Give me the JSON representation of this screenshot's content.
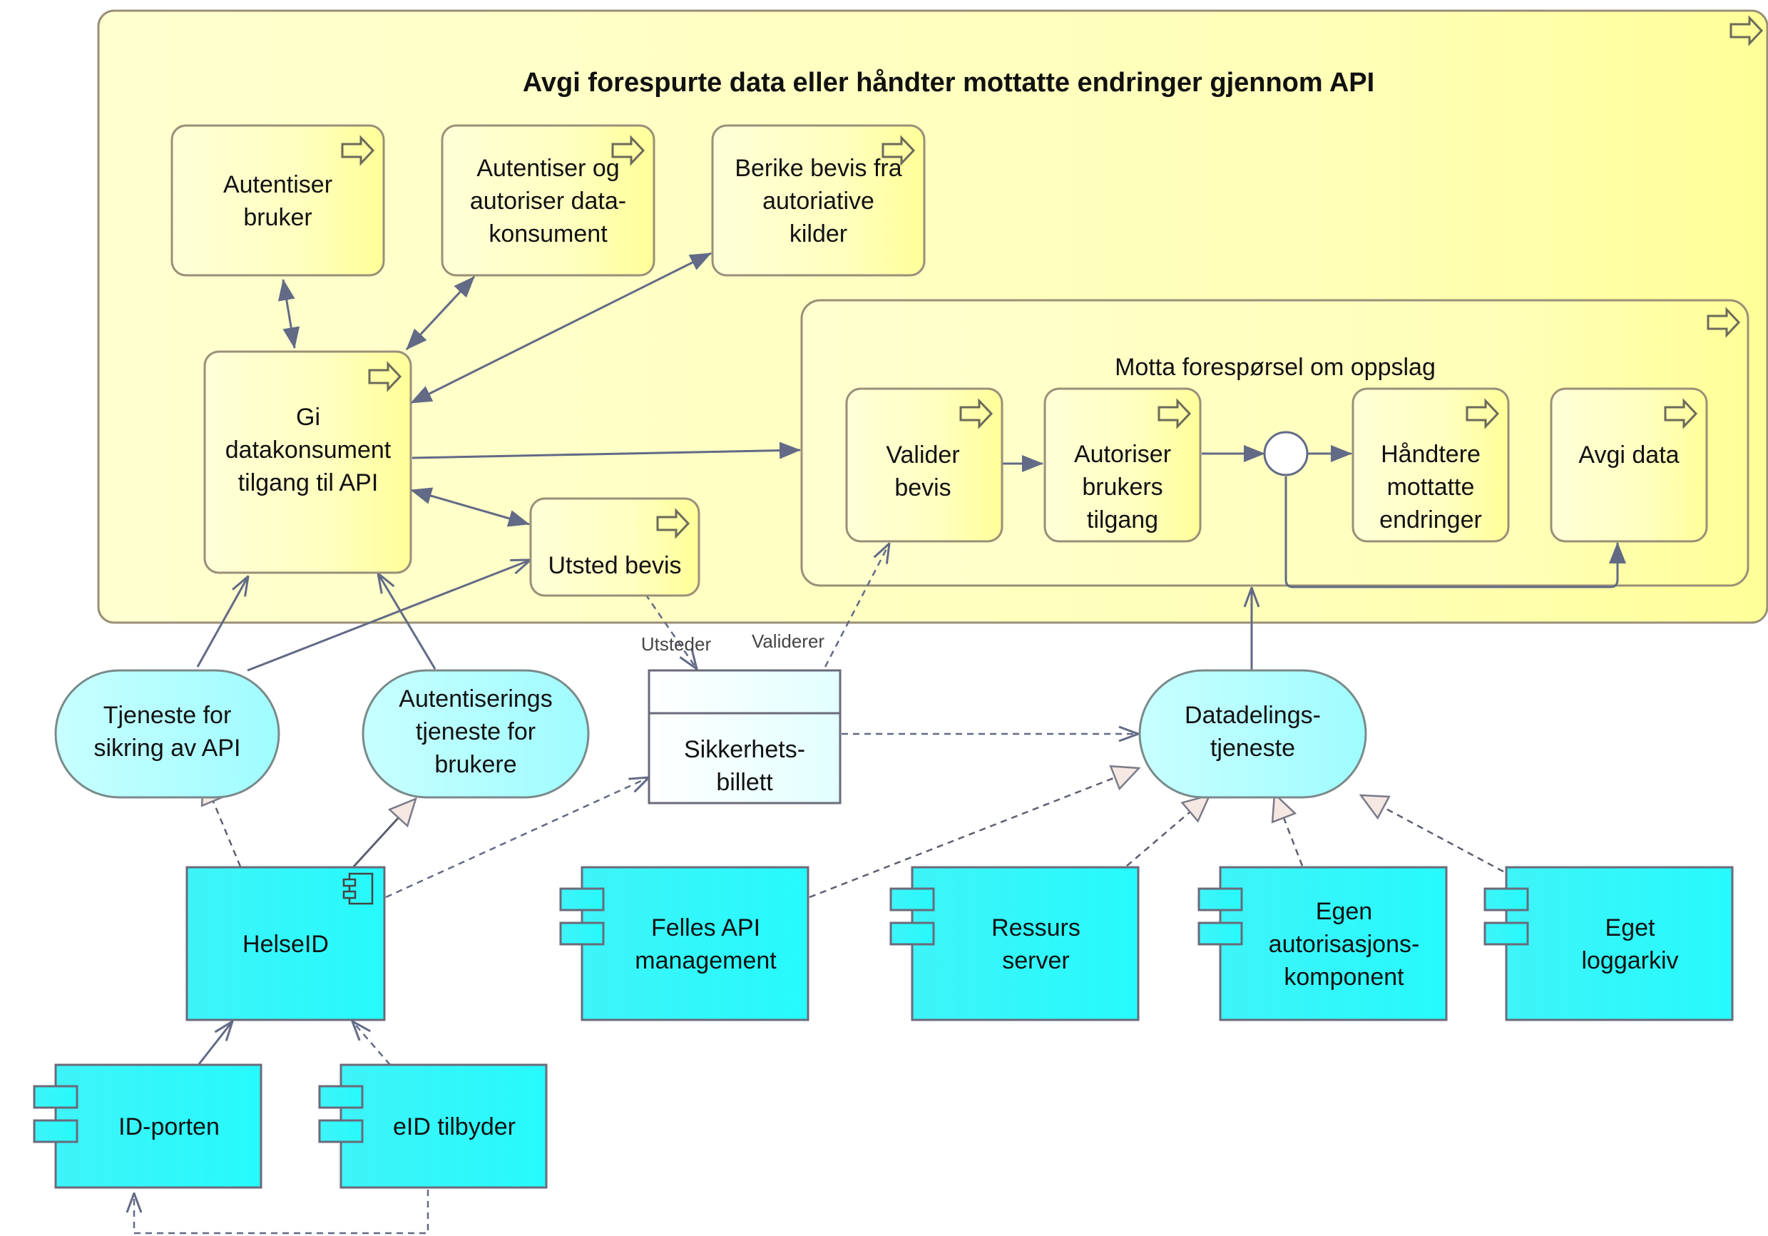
{
  "container": {
    "title": "Avgi forespurte data eller håndter mottatte endringer gjennom API"
  },
  "processes": {
    "authenticate_user": [
      "Autentiser",
      "bruker"
    ],
    "authenticate_consumer": [
      "Autentiser og",
      "autoriser data-",
      "konsument"
    ],
    "enrich_proof": [
      "Berike bevis fra",
      "autoriative",
      "kilder"
    ],
    "give_access": [
      "Gi",
      "datakonsument",
      "tilgang til API"
    ],
    "issue_proof": [
      "Utsted bevis"
    ]
  },
  "lookup": {
    "title": "Motta forespørsel om oppslag",
    "validate_proof": [
      "Valider",
      "bevis"
    ],
    "authorize_access": [
      "Autoriser",
      "brukers",
      "tilgang"
    ],
    "handle_changes": [
      "Håndtere",
      "mottatte",
      "endringer"
    ],
    "deliver_data": [
      "Avgi data"
    ]
  },
  "services": {
    "api_security": [
      "Tjeneste for",
      "sikring av API"
    ],
    "auth_service": [
      "Autentiserings",
      "tjeneste for",
      "brukere"
    ],
    "data_sharing": [
      "Datadelings-",
      "tjeneste"
    ]
  },
  "data_object": {
    "security_ticket": [
      "Sikkerhets-",
      "billett"
    ]
  },
  "edge_labels": {
    "issues": "Utsteder",
    "validates": "Validerer"
  },
  "components": {
    "helseid": [
      "HelseID"
    ],
    "api_management": [
      "Felles API",
      "management"
    ],
    "resource_server": [
      "Ressurs",
      "server"
    ],
    "auth_component": [
      "Egen",
      "autorisasjons-",
      "komponent"
    ],
    "log_archive": [
      "Eget",
      "loggarkiv"
    ],
    "id_porten": [
      "ID-porten"
    ],
    "eid_provider": [
      "eID tilbyder"
    ]
  },
  "colors": {
    "process_fill": "#FFFFB5",
    "service_fill": "#B5FFFF",
    "component_fill": "#2EF8FA",
    "stroke": "#7a6e5c",
    "arrow": "#626a86"
  }
}
